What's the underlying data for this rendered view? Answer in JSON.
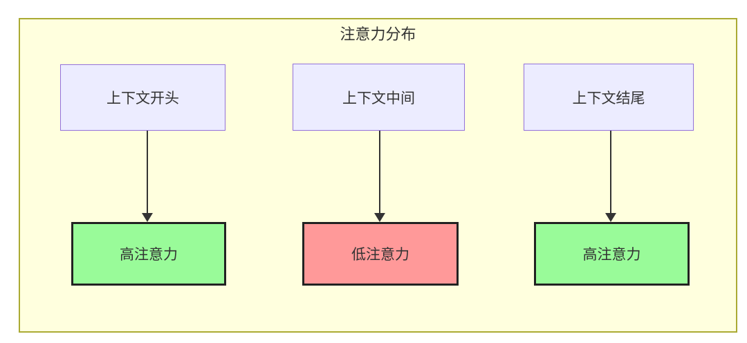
{
  "diagram": {
    "title": "注意力分布",
    "columns": [
      {
        "source": "上下文开头",
        "result": "高注意力",
        "result_type": "high"
      },
      {
        "source": "上下文中间",
        "result": "低注意力",
        "result_type": "low"
      },
      {
        "source": "上下文结尾",
        "result": "高注意力",
        "result_type": "high"
      }
    ],
    "colors": {
      "container_bg": "#ffffde",
      "container_border": "#aaaa33",
      "source_node_bg": "#ececff",
      "source_node_border": "#9370db",
      "high_attention_bg": "#99fb99",
      "low_attention_bg": "#ff9999",
      "result_node_border": "#222222",
      "arrow": "#333333",
      "text": "#333333"
    }
  }
}
